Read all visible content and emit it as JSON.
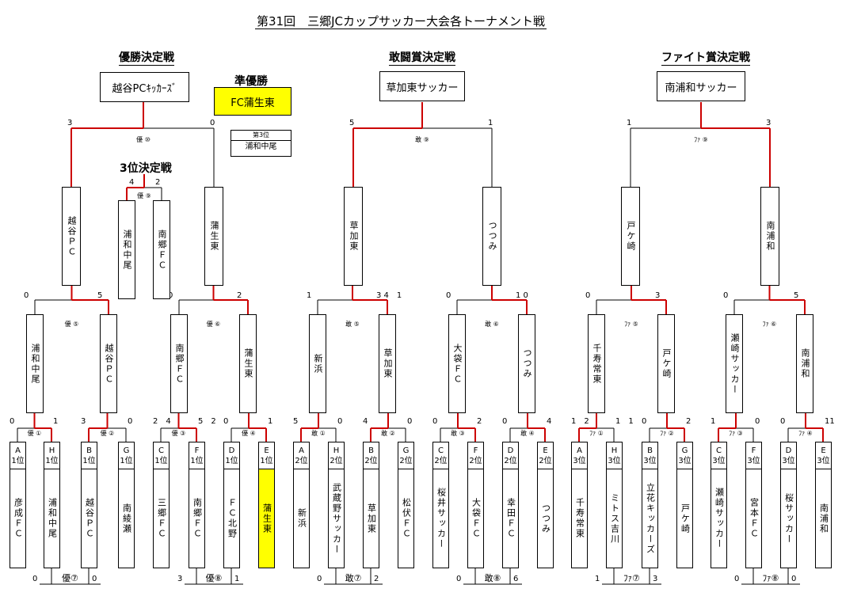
{
  "title": "第31回　三郷JCカップサッカー大会各トーナメント戦",
  "sections": {
    "championship": "優勝決定戦",
    "fighting": "敢闘賞決定戦",
    "fight": "ファイト賞決定戦",
    "third_place": "3位決定戦",
    "runner_up_label": "準優勝"
  },
  "winners": {
    "championship": "越谷PCｷｯｶｰｽﾞ",
    "runner_up": "FC蒲生東",
    "fighting": "草加東サッカー",
    "fight": "南浦和サッカー"
  },
  "third_box": {
    "label": "第3位",
    "team": "浦和中尾"
  },
  "colors": {
    "highlight": "#ffff00",
    "win_path": "#cc0000",
    "line": "#000000"
  },
  "brackets": [
    {
      "id": "yu",
      "final": {
        "label": "優 ⑩",
        "left_score": "3",
        "right_score": "0"
      },
      "final_teams": [
        "越谷ＰＣ",
        "蒲生東"
      ],
      "semis": [
        {
          "label": "優 ⑤",
          "left_score": "0",
          "right_score": "5",
          "teams": [
            "浦和中尾",
            "越谷ＰＣ"
          ]
        },
        {
          "label": "優 ⑥",
          "left_score": "0",
          "right_score": "2",
          "teams": [
            "南郷ＦＣ",
            "蒲生東"
          ]
        }
      ],
      "qfs": [
        {
          "label": "優 ①",
          "left_score": "0",
          "right_score": "1"
        },
        {
          "label": "優 ②",
          "left_score": "3",
          "right_score": "0"
        },
        {
          "label": "優 ③",
          "left_score": "2　4",
          "right_score": "5　2"
        },
        {
          "label": "優 ④",
          "left_score": "0",
          "right_score": "1"
        }
      ],
      "teams": [
        {
          "seed": "A",
          "rank": "1位",
          "name": "彦成ＦＣ"
        },
        {
          "seed": "H",
          "rank": "1位",
          "name": "浦和中尾"
        },
        {
          "seed": "B",
          "rank": "1位",
          "name": "越谷ＰＣ"
        },
        {
          "seed": "G",
          "rank": "1位",
          "name": "南綾瀬"
        },
        {
          "seed": "C",
          "rank": "1位",
          "name": "三郷ＦＣ"
        },
        {
          "seed": "F",
          "rank": "1位",
          "name": "南郷ＦＣ"
        },
        {
          "seed": "D",
          "rank": "1位",
          "name": "ＦＣ北野"
        },
        {
          "seed": "E",
          "rank": "1位",
          "name": "蒲生東"
        }
      ],
      "bottom": [
        {
          "label": "優⑦",
          "left_score": "0",
          "right_score": "0"
        },
        {
          "label": "優⑧",
          "left_score": "3",
          "right_score": "1"
        }
      ]
    },
    {
      "id": "kan",
      "final": {
        "label": "敢 ⑨",
        "left_score": "5",
        "right_score": "1"
      },
      "final_teams": [
        "草加東",
        "つつみ"
      ],
      "semis": [
        {
          "label": "敢 ⑤",
          "left_score": "1",
          "right_score": "3 4　1",
          "teams": [
            "新浜",
            "草加東"
          ]
        },
        {
          "label": "敢 ⑥",
          "left_score": "0",
          "right_score": "1 0",
          "teams": [
            "大袋ＦＣ",
            "つつみ"
          ]
        }
      ],
      "qfs": [
        {
          "label": "敢 ①",
          "left_score": "5",
          "right_score": "0"
        },
        {
          "label": "敢 ②",
          "left_score": "4",
          "right_score": "0"
        },
        {
          "label": "敢 ③",
          "left_score": "0",
          "right_score": "2"
        },
        {
          "label": "敢 ④",
          "left_score": "0",
          "right_score": "4"
        }
      ],
      "teams": [
        {
          "seed": "A",
          "rank": "2位",
          "name": "新浜"
        },
        {
          "seed": "H",
          "rank": "2位",
          "name": "武蔵野サッカー"
        },
        {
          "seed": "B",
          "rank": "2位",
          "name": "草加東"
        },
        {
          "seed": "G",
          "rank": "2位",
          "name": "松伏ＦＣ"
        },
        {
          "seed": "C",
          "rank": "2位",
          "name": "桜井サッカー"
        },
        {
          "seed": "F",
          "rank": "2位",
          "name": "大袋ＦＣ"
        },
        {
          "seed": "D",
          "rank": "2位",
          "name": "幸田ＦＣ"
        },
        {
          "seed": "E",
          "rank": "2位",
          "name": "つつみ"
        }
      ],
      "bottom": [
        {
          "label": "敢⑦",
          "left_score": "0",
          "right_score": "2"
        },
        {
          "label": "敢⑧",
          "left_score": "0",
          "right_score": "6"
        }
      ]
    },
    {
      "id": "fa",
      "final": {
        "label": "ﾌｧ ⑨",
        "left_score": "1",
        "right_score": "3"
      },
      "final_teams": [
        "戸ケ崎",
        "南浦和"
      ],
      "semis": [
        {
          "label": "ﾌｧ ⑤",
          "left_score": "0",
          "right_score": "3",
          "teams": [
            "千寿常東",
            "戸ケ崎"
          ]
        },
        {
          "label": "ﾌｧ ⑥",
          "left_score": "0",
          "right_score": "5",
          "teams": [
            "瀬崎サッカー",
            "南浦和"
          ]
        }
      ],
      "qfs": [
        {
          "label": "ﾌｧ ①",
          "left_score": "1　2",
          "right_score": "1　1"
        },
        {
          "label": "ﾌｧ ②",
          "left_score": "0",
          "right_score": "2"
        },
        {
          "label": "ﾌｧ ③",
          "left_score": "1",
          "right_score": "0"
        },
        {
          "label": "ﾌｧ ④",
          "left_score": "0",
          "right_score": "11"
        }
      ],
      "teams": [
        {
          "seed": "A",
          "rank": "3位",
          "name": "千寿常東"
        },
        {
          "seed": "H",
          "rank": "3位",
          "name": "ミトス吉川"
        },
        {
          "seed": "B",
          "rank": "3位",
          "name": "立花キッカーズ"
        },
        {
          "seed": "G",
          "rank": "3位",
          "name": "戸ケ崎"
        },
        {
          "seed": "C",
          "rank": "3位",
          "name": "瀬崎サッカー"
        },
        {
          "seed": "F",
          "rank": "3位",
          "name": "宮本ＦＣ"
        },
        {
          "seed": "D",
          "rank": "3位",
          "name": "桜サッカー"
        },
        {
          "seed": "E",
          "rank": "3位",
          "name": "南浦和"
        }
      ],
      "bottom": [
        {
          "label": "ﾌｧ⑦",
          "left_score": "1",
          "right_score": "3"
        },
        {
          "label": "ﾌｧ⑧",
          "left_score": "0",
          "right_score": "0"
        }
      ]
    }
  ],
  "third_place_match": {
    "label": "優 ⑨",
    "left_score": "4",
    "right_score": "2",
    "teams": [
      "浦和中尾",
      "南郷ＦＣ"
    ]
  }
}
